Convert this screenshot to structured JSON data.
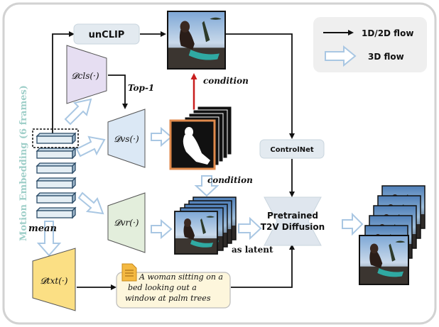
{
  "side_label": "Motion Embedding (6 frames)",
  "mean_label": "mean",
  "unclip_label": "unCLIP",
  "modules": {
    "d_cls": "𝓓cls(·)",
    "d_vs": "𝓓vs(·)",
    "d_vr": "𝓓vr(·)",
    "d_txt": "𝓓txt(·)"
  },
  "top1_label": "Top-1",
  "condition_top": "condition",
  "condition_mid": "condition",
  "as_latent": "as latent",
  "controlnet_label": "ControlNet",
  "t2v_line1": "Pretrained",
  "t2v_line2": "T2V Diffusion",
  "caption_lines": [
    "A woman sitting on a",
    "bed looking out a",
    "window at palm trees"
  ],
  "legend": {
    "flow_1d2d": "1D/2D flow",
    "flow_3d": "3D flow"
  },
  "colors": {
    "cls_fill": "#e6def2",
    "vs_fill": "#dbe8f5",
    "vr_fill": "#e3eedc",
    "txt_fill": "#fbdf84",
    "pill_fill": "#e3eaf0",
    "t2v_fill": "#dfe6ee",
    "condition_arrow": "#c81e1e",
    "label_teal": "#9fcfc9",
    "frame_border_orange": "#e08a4c",
    "caption_fill": "#fdf6dc"
  }
}
